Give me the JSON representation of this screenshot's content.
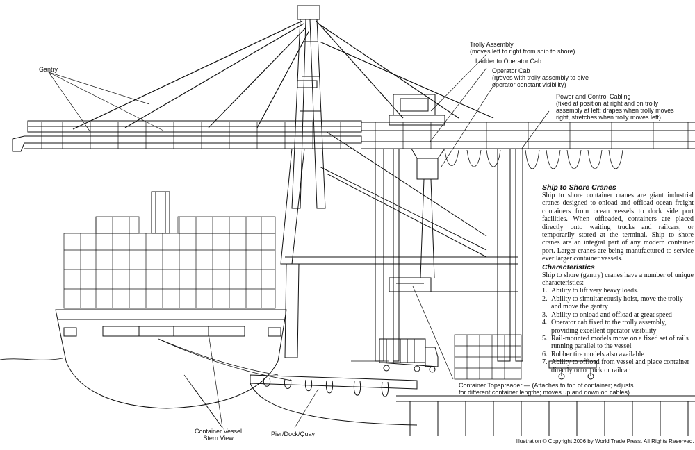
{
  "labels": {
    "gantry": "Gantry",
    "trolly": "Trolly Assembly\n(moves left to right from ship to shore)",
    "ladder": "Ladder to Operator Cab",
    "cab": "Operator Cab\n(moves with trolly assembly to give\noperator constant visibility)",
    "cabling": "Power and Control Cabling\n(fixed at position at right and on trolly\nassembly at left; drapes when trolly moves\nright, stretches when trolly moves left)",
    "spreader": "Container Topspreader — (Attaches to top of container; adjusts\nfor different container lengths; moves up and down on cables)",
    "vessel": "Container Vessel\nStern View",
    "pier": "Pier/Dock/Quay"
  },
  "article": {
    "title": "Ship to Shore Cranes",
    "body": "Ship to shore container cranes are giant industrial cranes designed to onload and offload ocean freight containers from ocean vessels to dock side port facilities. When offloaded, containers are placed directly onto waiting trucks and railcars, or temporarily stored at the terminal. Ship to shore cranes are an integral part of any modern container port. Larger cranes are being manufactured to service ever larger container vessels.",
    "subtitle": "Characteristics",
    "intro": "Ship to shore (gantry) cranes have a number of unique characteristics:",
    "items": [
      {
        "n": "1.",
        "text": "Ability to lift very heavy loads."
      },
      {
        "n": "2.",
        "text": "Ability to simultaneously hoist, move the trolly and move the gantry"
      },
      {
        "n": "3.",
        "text": "Ability to onload and offload at great speed"
      },
      {
        "n": "4.",
        "text": "Operator cab fixed to the trolly assembly, providing excellent operator visibility"
      },
      {
        "n": "5.",
        "text": "Rail-mounted models move on a fixed set of rails running parallel to the vessel"
      },
      {
        "n": "6.",
        "text": "Rubber tire models also available"
      },
      {
        "n": "7.",
        "text": "Ability to offload from vessel and place container directly onto truck or railcar"
      }
    ]
  },
  "copyright": "Illustration © Copyright 2006 by World Trade Press. All Rights Reserved."
}
